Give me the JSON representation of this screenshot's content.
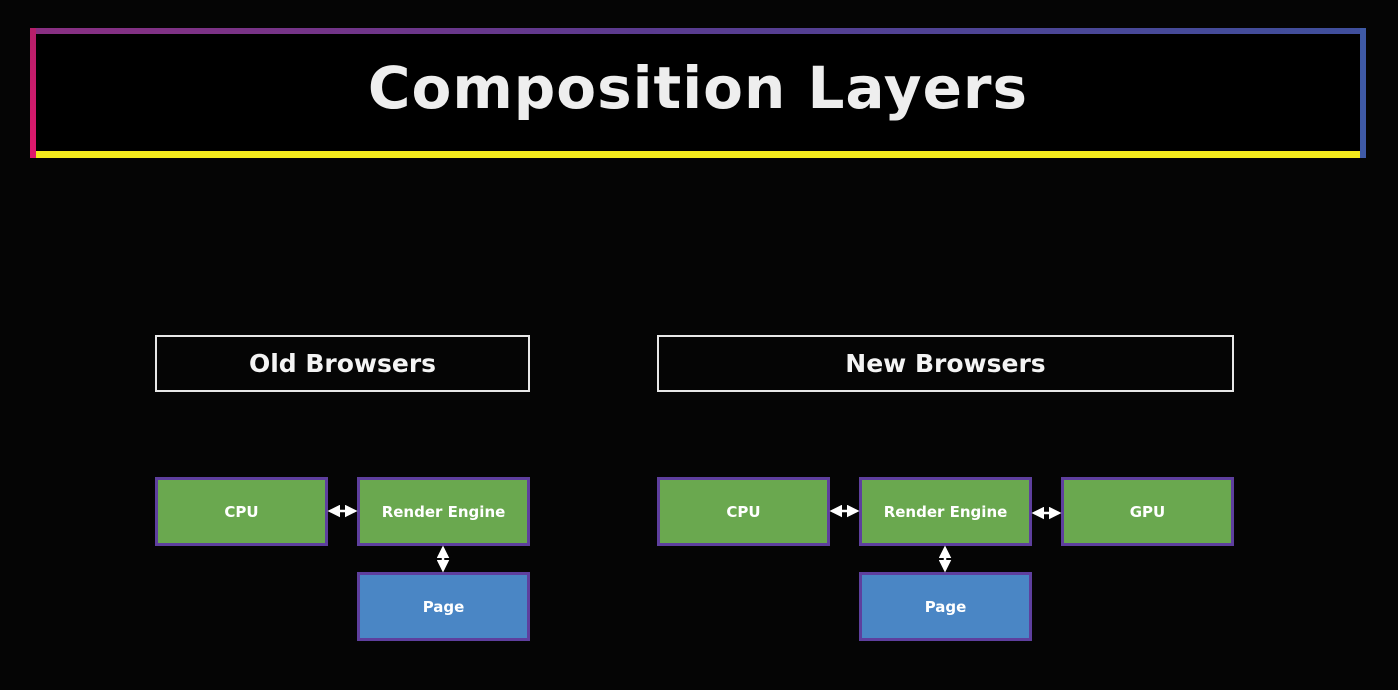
{
  "slide": {
    "title": "Composition Layers"
  },
  "old_browsers": {
    "header": "Old Browsers",
    "cpu": "CPU",
    "render_engine": "Render Engine",
    "page": "Page"
  },
  "new_browsers": {
    "header": "New Browsers",
    "cpu": "CPU",
    "render_engine": "Render Engine",
    "gpu": "GPU",
    "page": "Page"
  },
  "colors": {
    "background": "#050505",
    "green_box": "#6aa84f",
    "blue_box": "#4a86c5",
    "box_border": "#5e3f9e",
    "title_bottom_edge": "#f3ea1c",
    "title_left_edge": "#e0186d",
    "title_right_edge": "#3f5aa6"
  }
}
